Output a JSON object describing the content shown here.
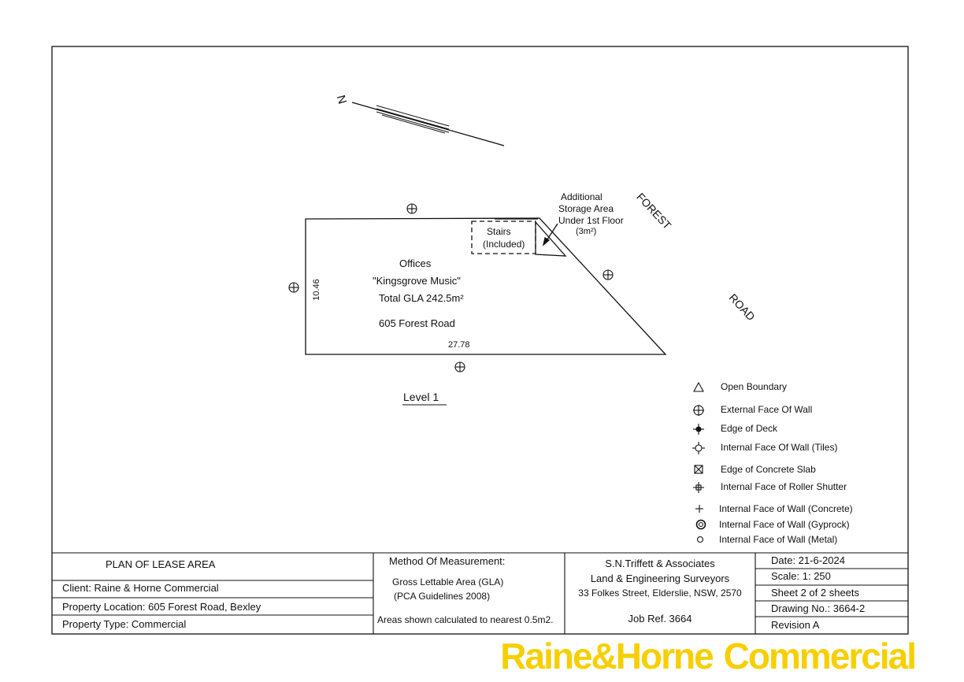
{
  "plan": {
    "north_label": "N",
    "road_forest": "FOREST",
    "road_road": "ROAD",
    "offices": "Offices",
    "tenant": "\"Kingsgrove Music\"",
    "total_gla": "Total GLA 242.5m²",
    "address": "605 Forest Road",
    "dim_width": "27.78",
    "dim_height": "10.46",
    "stairs": "Stairs",
    "stairs_note": "(Included)",
    "storage": [
      "Additional",
      "Storage Area",
      "Under 1st Floor",
      "(3m²)"
    ],
    "level": "Level 1"
  },
  "legend": [
    {
      "icon": "triangle-icon",
      "label": "Open Boundary"
    },
    {
      "icon": "circle-cross-icon",
      "label": "External Face Of Wall"
    },
    {
      "icon": "deck-icon",
      "label": "Edge of Deck"
    },
    {
      "icon": "tiles-icon",
      "label": "Internal Face Of Wall (Tiles)"
    },
    {
      "icon": "boxed-x-icon",
      "label": "Edge of Concrete Slab"
    },
    {
      "icon": "hash-cross-icon",
      "label": "Internal Face of Roller Shutter"
    },
    {
      "icon": "plus-icon",
      "label": "Internal Face of Wall (Concrete)"
    },
    {
      "icon": "double-circle-icon",
      "label": "Internal Face of Wall (Gyprock)"
    },
    {
      "icon": "small-circle-icon",
      "label": "Internal Face of Wall (Metal)"
    }
  ],
  "title_block": {
    "title": "PLAN OF LEASE AREA",
    "client": "Client: Raine & Horne Commercial",
    "location": "Property Location: 605 Forest Road, Bexley",
    "type": "Property Type: Commercial",
    "method_heading": "Method Of Measurement:",
    "method_1": "Gross Lettable Area (GLA)",
    "method_2": "(PCA Guidelines 2008)",
    "method_note": "Areas shown calculated to nearest 0.5m2.",
    "firm": "S.N.Triffett & Associates",
    "firm_type": "Land & Engineering Surveyors",
    "firm_address": "33 Folkes Street, Elderslie, NSW, 2570",
    "job_ref": "Job Ref. 3664",
    "date": "Date: 21-6-2024",
    "scale": "Scale: 1: 250",
    "sheet": "Sheet 2 of 2 sheets",
    "drawing_no": "Drawing No.: 3664-2",
    "revision": "Revision A"
  },
  "watermark": {
    "line1": "Raine&Horne",
    "line2": "Commercial",
    "color": "#f7cf00"
  }
}
